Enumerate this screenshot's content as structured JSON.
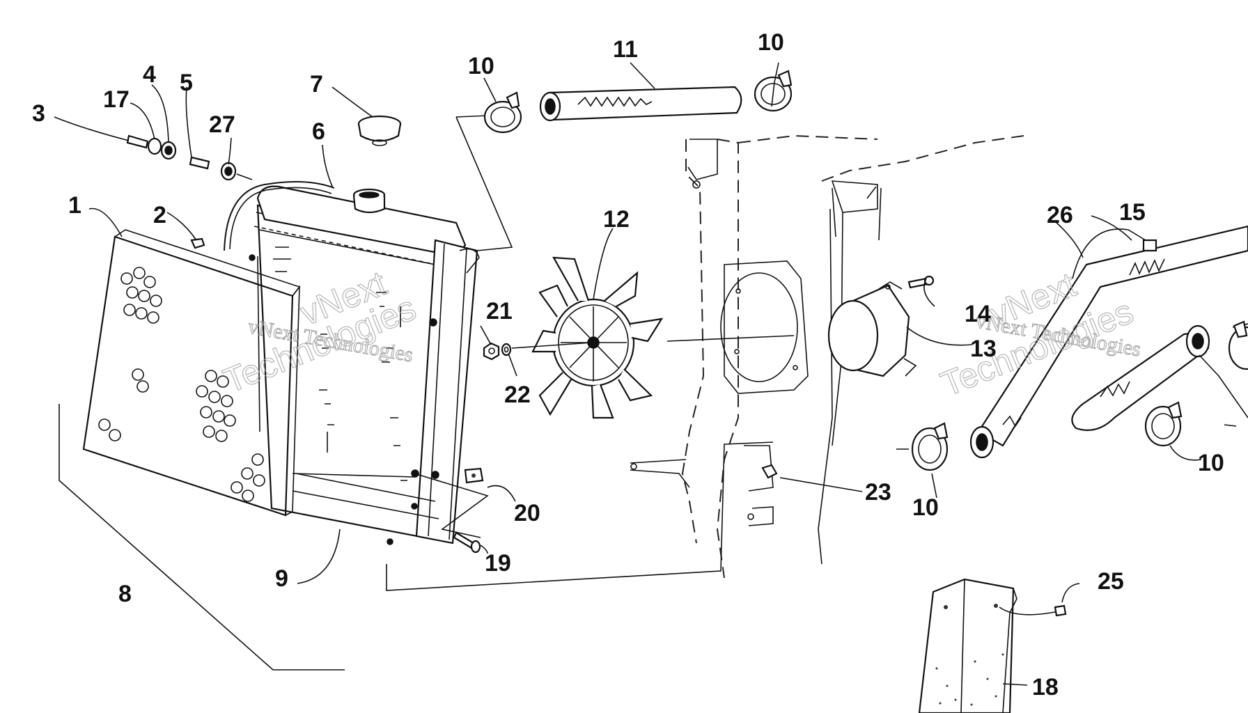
{
  "diagram": {
    "callouts": [
      "1",
      "2",
      "3",
      "4",
      "5",
      "6",
      "7",
      "8",
      "9",
      "10",
      "11",
      "12",
      "13",
      "14",
      "15",
      "17",
      "18",
      "19",
      "20",
      "21",
      "22",
      "23",
      "25",
      "26",
      "27"
    ],
    "watermark": {
      "line1": "vNext",
      "line2": "vNext Technologies",
      "line3": "Technologies"
    }
  }
}
